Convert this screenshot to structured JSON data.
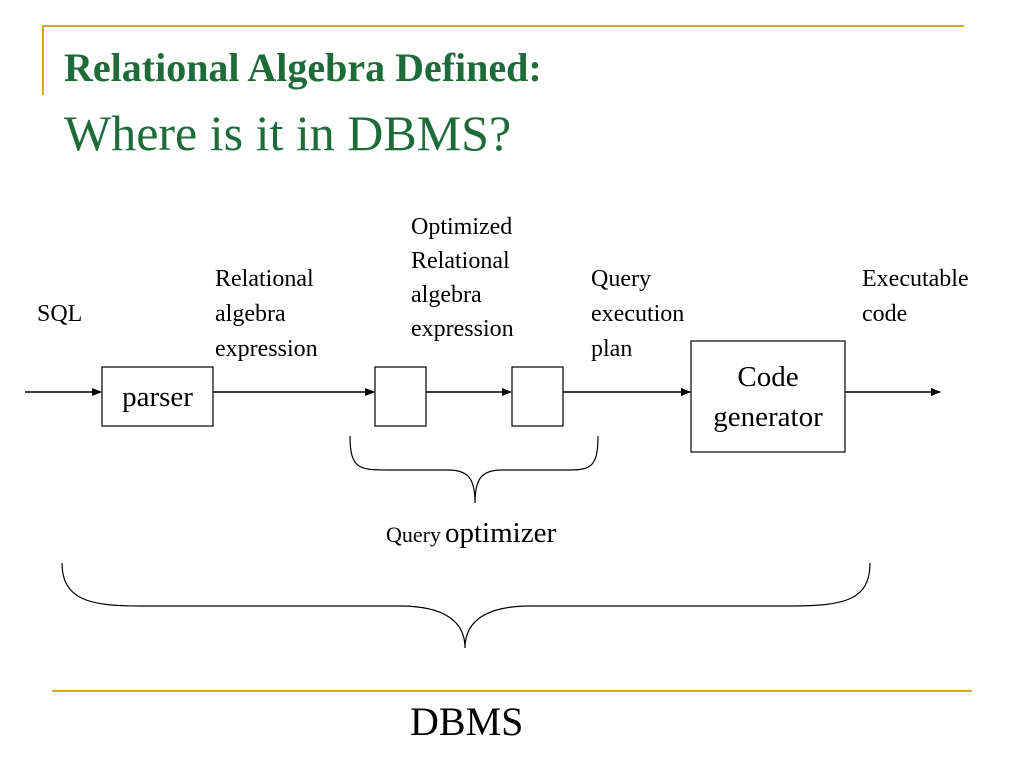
{
  "header": {
    "title": "Relational Algebra Defined:",
    "subtitle": "Where is it in DBMS?"
  },
  "labels": {
    "sql": "SQL",
    "relational_expression": [
      "Relational",
      "algebra",
      "expression"
    ],
    "optimized_expression": [
      "Optimized",
      "Relational",
      "algebra",
      "expression"
    ],
    "query_plan": [
      "Query",
      "execution",
      "plan"
    ],
    "executable_code": [
      "Executable",
      "code"
    ]
  },
  "boxes": {
    "parser": "parser",
    "code_generator": [
      "Code",
      "generator"
    ]
  },
  "optimizer": {
    "word1": "Query",
    "word2": "optimizer"
  },
  "footer": {
    "dbms": "DBMS"
  },
  "colors": {
    "title": "#1e6b3a",
    "rule": "#d8a52a"
  }
}
